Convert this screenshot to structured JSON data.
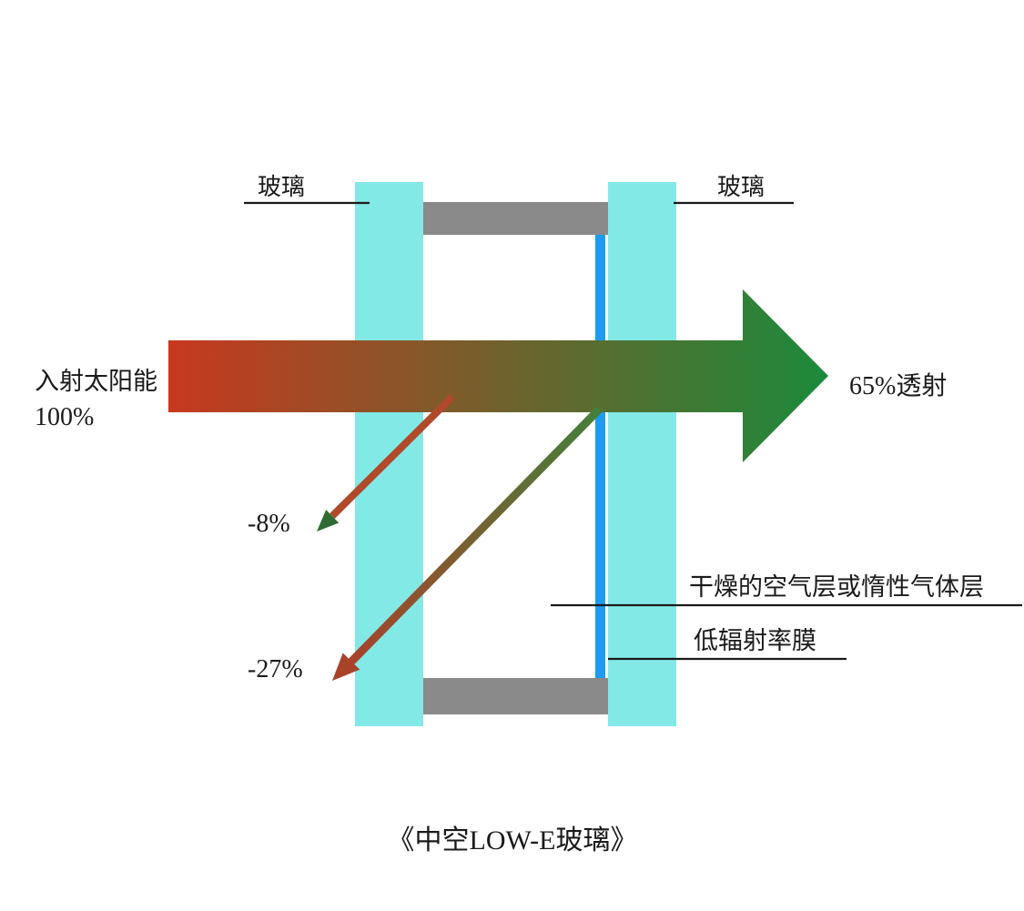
{
  "title": "《中空LOW-E玻璃》",
  "labels": {
    "glass_left": "玻璃",
    "glass_right": "玻璃",
    "incident_name": "入射太阳能",
    "incident_value": "100%",
    "transmitted": "65%透射",
    "reflect_first": "-8%",
    "reflect_film": "-27%",
    "air_layer": "干燥的空气层或惰性气体层",
    "lowe_film": "低辐射率膜"
  },
  "colors": {
    "glass": "#82e9e6",
    "spacer": "#8a8a8a",
    "film": "#1d9bf0",
    "beam_start": "#c8381f",
    "beam_end": "#1b8a3a",
    "loss8_shaft": "#b04a2a",
    "loss8_head": "#2e6b33",
    "loss27_start": "#43803a",
    "loss27_end": "#a8432a",
    "loss27_head": "#a8432a",
    "leader": "#1a1a1a",
    "text": "#1a1a1a"
  }
}
